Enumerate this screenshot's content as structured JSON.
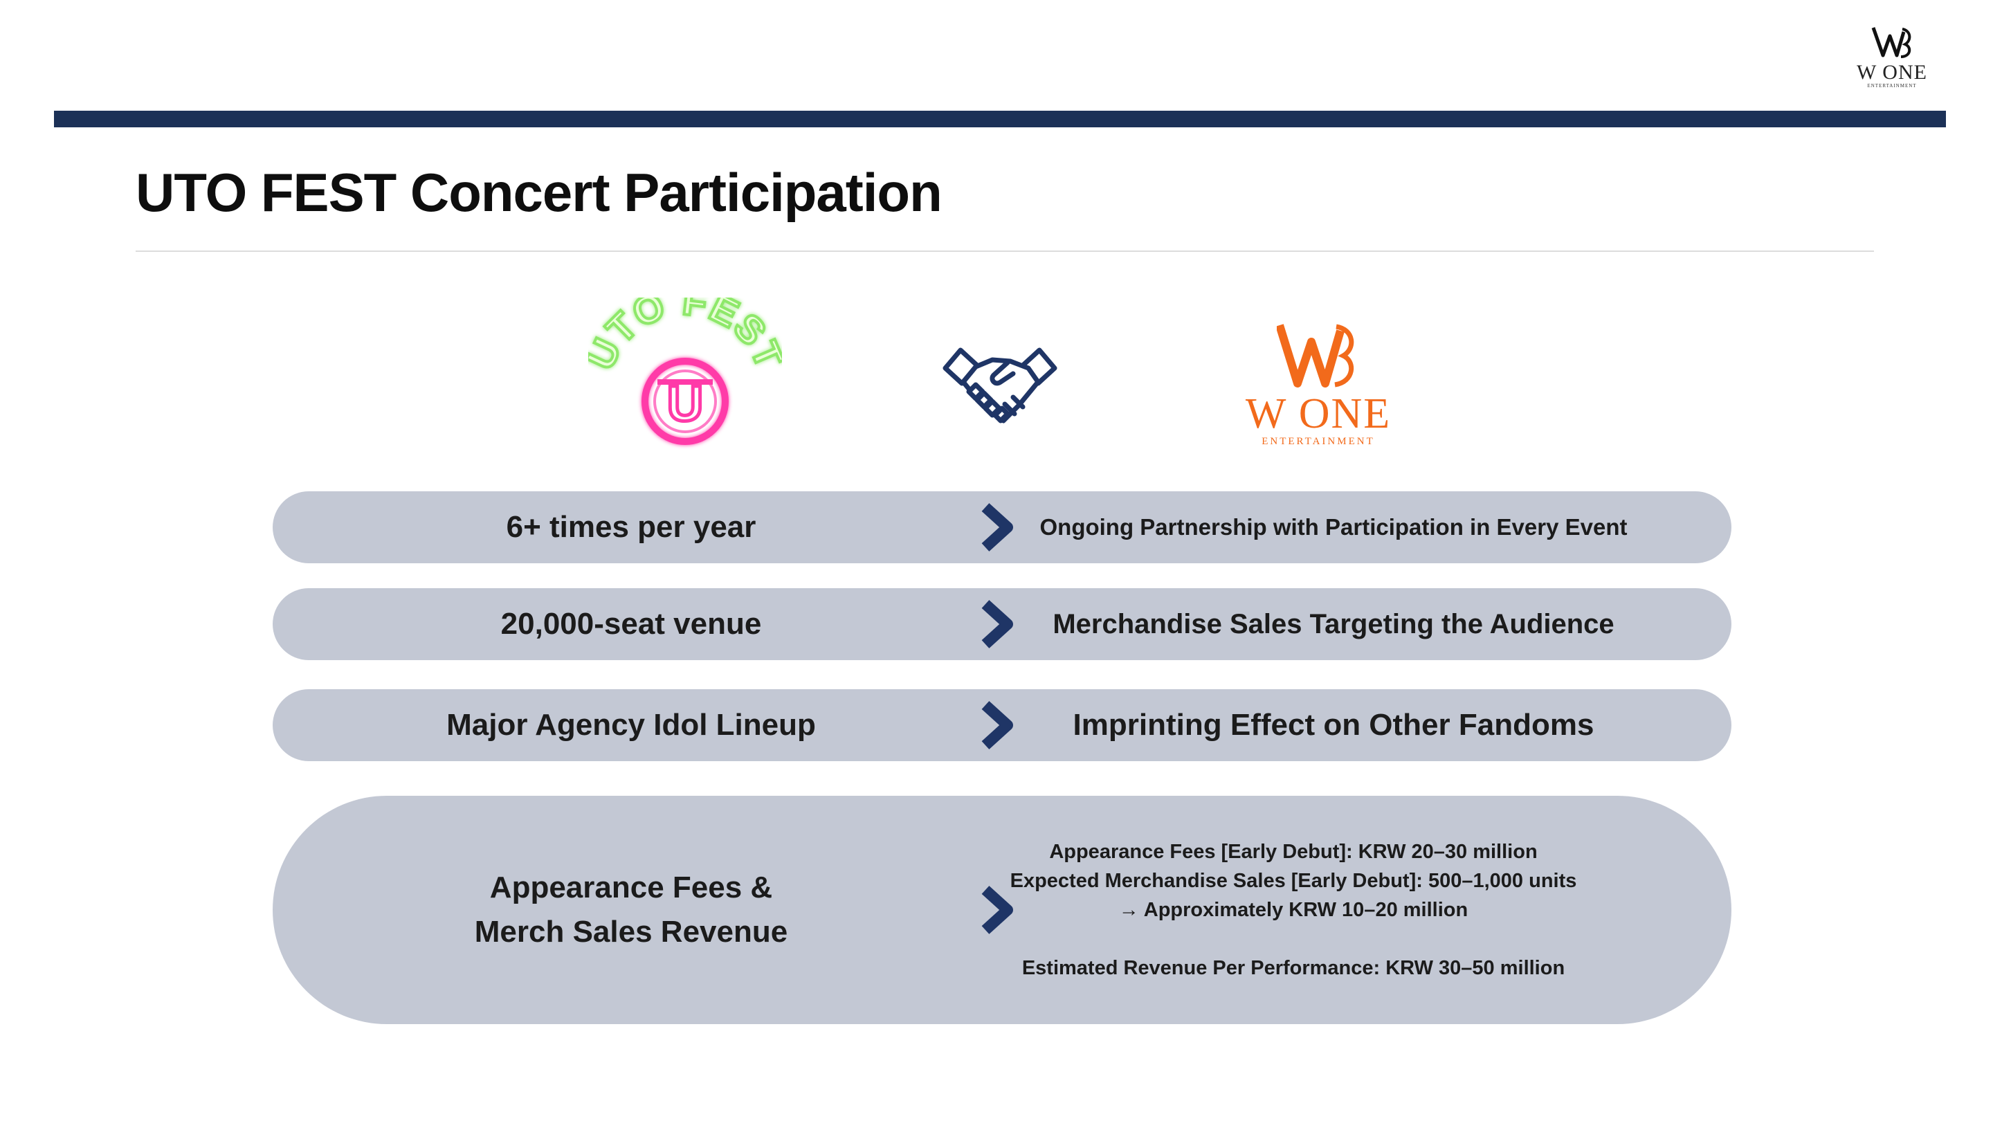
{
  "corner_logo": {
    "name": "W ONE",
    "sub": "ENTERTAINMENT"
  },
  "title": "UTO FEST Concert Participation",
  "logos": {
    "uto_fest": "UTO FEST",
    "uto_fest_letter": "U",
    "w_one_name": "W ONE",
    "w_one_sub": "ENTERTAINMENT"
  },
  "colors": {
    "topbar": "#1c3157",
    "pill": "#c3c8d4",
    "arrow": "#1f3566",
    "brand_orange": "#f26a1b",
    "neon_green": "#8ee86a",
    "neon_pink": "#ff3aa8"
  },
  "rows": [
    {
      "left": "6+ times per year",
      "right": "Ongoing Partnership with Participation in Every Event"
    },
    {
      "left": "20,000-seat venue",
      "right": "Merchandise Sales Targeting the Audience"
    },
    {
      "left": "Major Agency Idol Lineup",
      "right": "Imprinting Effect on Other Fandoms"
    }
  ],
  "revenue": {
    "left_line1": "Appearance Fees &",
    "left_line2": "Merch Sales Revenue",
    "right_line1": "Appearance Fees [Early Debut]: KRW 20–30 million",
    "right_line2": "Expected Merchandise Sales [Early Debut]: 500–1,000 units",
    "right_line3": "→ Approximately KRW 10–20 million",
    "right_line4": "Estimated Revenue Per Performance: KRW 30–50 million"
  }
}
